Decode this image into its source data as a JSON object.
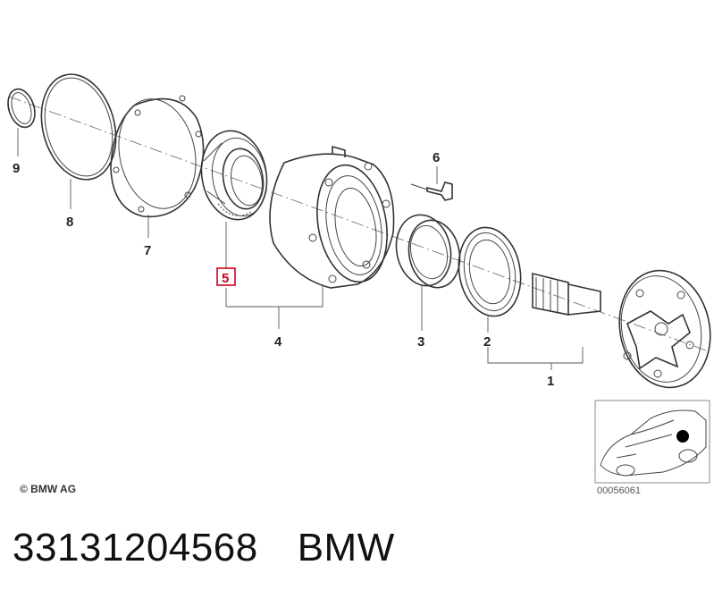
{
  "diagram": {
    "callouts": [
      {
        "id": "9",
        "label": "9"
      },
      {
        "id": "8",
        "label": "8"
      },
      {
        "id": "7",
        "label": "7"
      },
      {
        "id": "5",
        "label": "5",
        "highlighted": true
      },
      {
        "id": "4",
        "label": "4"
      },
      {
        "id": "6",
        "label": "6"
      },
      {
        "id": "3",
        "label": "3"
      },
      {
        "id": "2",
        "label": "2"
      },
      {
        "id": "1",
        "label": "1"
      }
    ],
    "highlight_color": "#d0021b",
    "copyright": "© BMW AG",
    "thumbnail_id": "00056061"
  },
  "footer": {
    "part_number": "33131204568",
    "brand": "BMW"
  }
}
